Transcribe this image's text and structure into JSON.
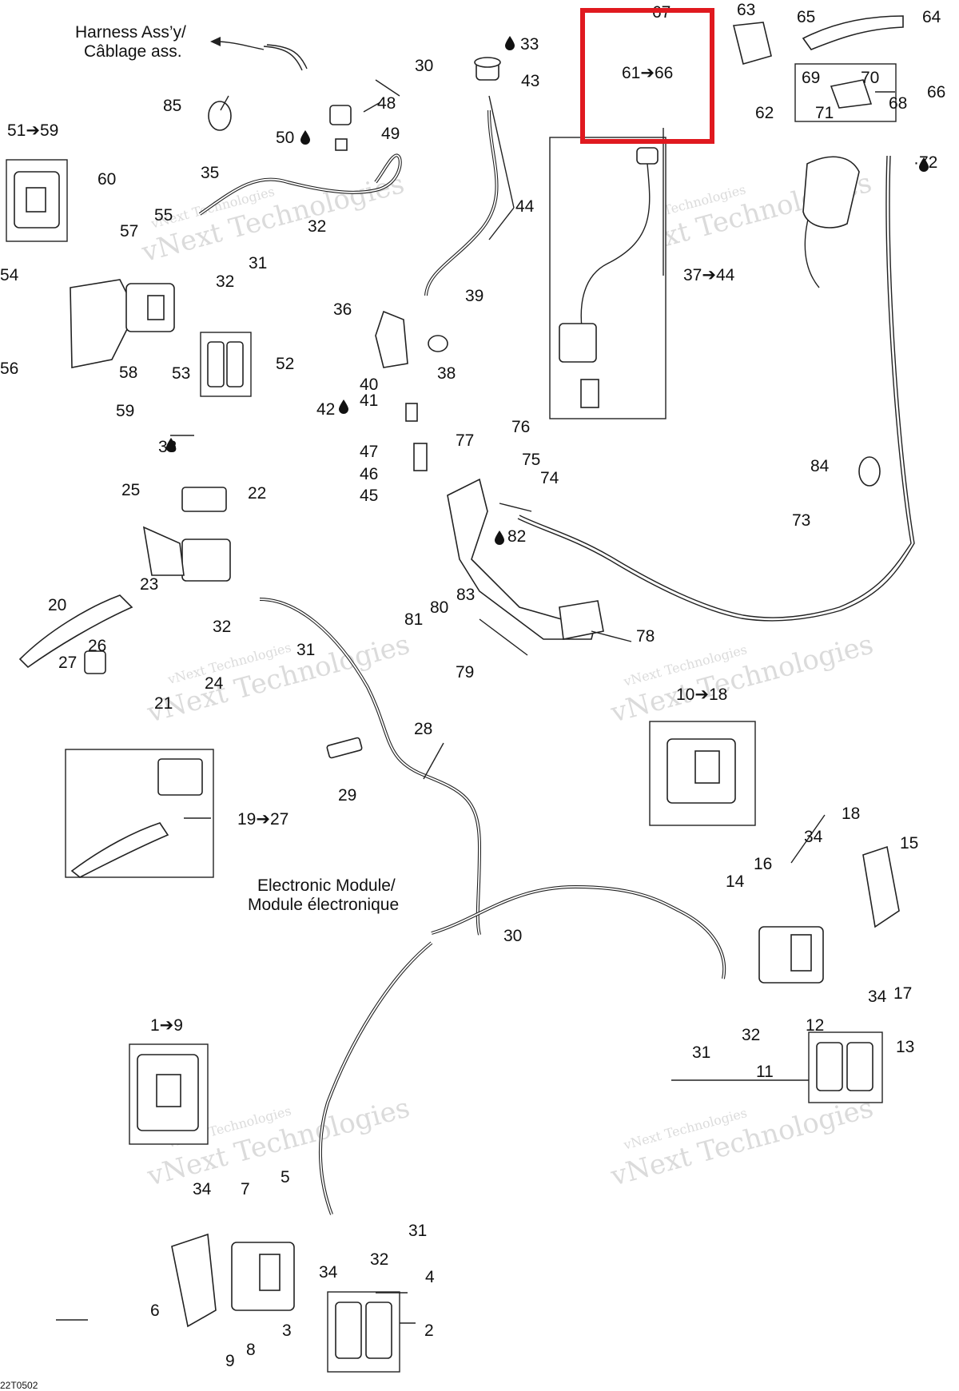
{
  "highlight_box": {
    "color": "#e0191f",
    "stroke": "#e0191f"
  },
  "captions": {
    "harness": [
      "Harness Ass’y/",
      "Câblage ass."
    ],
    "module": [
      "Electronic Module/",
      "Module électronique"
    ],
    "ref_code": "22T0502"
  },
  "watermark": {
    "text_small": "vNext Technologies",
    "text_big": "vNext Technologies",
    "color": "#bfbfbf"
  },
  "callouts": [
    "67",
    "63",
    "65",
    "64",
    "33",
    "30",
    "43",
    "61➔66",
    "69",
    "70",
    "66",
    "68",
    "71",
    "62",
    "85",
    "48",
    "50",
    "49",
    "51➔59",
    "60",
    "35",
    "55",
    "57",
    "31",
    "32",
    "32",
    "44",
    "·72",
    "37➔44",
    "54",
    "56",
    "58",
    "53",
    "52",
    "59",
    "36",
    "39",
    "38",
    "40",
    "41",
    "42",
    "47",
    "46",
    "45",
    "77",
    "76",
    "75",
    "74",
    "82",
    "84",
    "73",
    "33",
    "25",
    "22",
    "20",
    "23",
    "83",
    "80",
    "81",
    "78",
    "79",
    "32",
    "31",
    "26",
    "27",
    "21",
    "24",
    "28",
    "29",
    "10➔18",
    "19➔27",
    "18",
    "34",
    "15",
    "16",
    "14",
    "30",
    "34",
    "17",
    "12",
    "32",
    "31",
    "13",
    "11",
    "1➔9",
    "7",
    "34",
    "5",
    "31",
    "32",
    "34",
    "4",
    "6",
    "3",
    "2",
    "8",
    "9"
  ],
  "icons": [
    "drop-icon",
    "arrow-icon"
  ]
}
